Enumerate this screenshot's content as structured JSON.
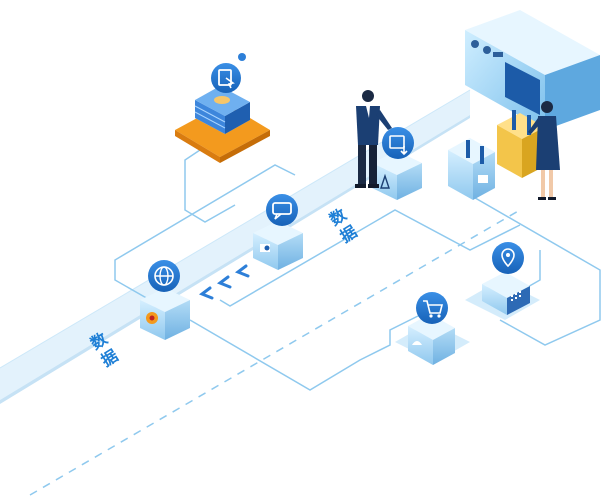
{
  "belt_labels": {
    "upper": [
      "数",
      "据"
    ],
    "lower": [
      "数",
      "据"
    ]
  },
  "colors": {
    "accent": "#1e7fd6",
    "belt": "#e3f2fc",
    "line": "#8fc9ee",
    "box_front": "#bfe3f8",
    "box_top": "#e7f6ff",
    "chip": "#f39a1e",
    "person_suit": "#1b3f73"
  },
  "icons": [
    "server-stack-icon",
    "globe-icon",
    "chat-bubble-icon",
    "download-icon",
    "shopping-cart-icon",
    "location-pin-icon",
    "machine-icon"
  ]
}
